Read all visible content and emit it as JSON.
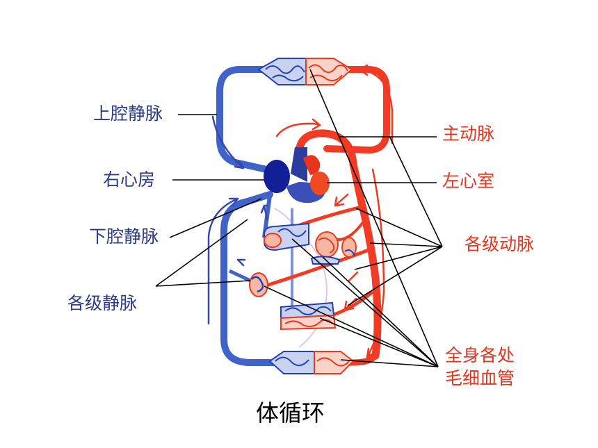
{
  "labels": {
    "superior_vena_cava": "上腔静脉",
    "right_atrium": "右心房",
    "inferior_vena_cava": "下腔静脉",
    "veins": "各级静脉",
    "aorta": "主动脉",
    "left_ventricle": "左心室",
    "arteries": "各级动脉",
    "capillaries_line1": "全身各处",
    "capillaries_line2": "毛细血管"
  },
  "caption": "体循环",
  "colors": {
    "vein": "#2b3a8c",
    "artery": "#e8341c",
    "leader": "#000000"
  }
}
